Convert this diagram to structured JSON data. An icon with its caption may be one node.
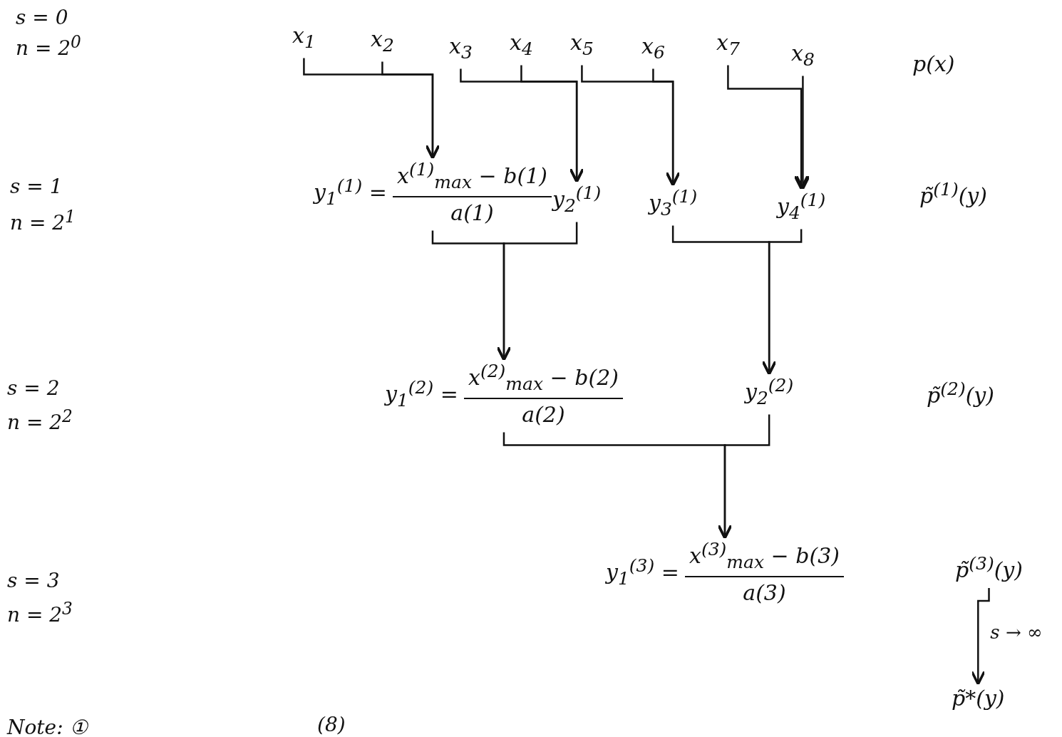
{
  "diagram": {
    "nodes": [
      {
        "text": [
          "x$_{1}$"
        ]
      },
      {
        "text": [
          "x$_{2}$"
        ]
      },
      {
        "text": [
          "x$_{3}$"
        ]
      },
      {
        "text": [
          "x$_{4}$"
        ]
      },
      {
        "text": [
          "x$_{5}$"
        ]
      },
      {
        "text": [
          "x$_{6}$"
        ]
      },
      {
        "text": [
          "x$_{7}$"
        ]
      },
      {
        "text": [
          "x$_{8}$"
        ]
      },
      {
        "text": [
          "y$_{1}$$^{(1)}$ =",
          "x$^{(1)}$$_{max}$ − b(1)",
          "a(1)"
        ]
      },
      {
        "text": [
          "y$_{2}$$^{(1)}$"
        ]
      },
      {
        "text": [
          "y$_{3}$$^{(1)}$"
        ]
      },
      {
        "text": [
          "y$_{4}$$^{(1)}$"
        ]
      },
      {
        "text": [
          "y$_{1}$$^{(2)}$ =",
          "x$^{(2)}$$_{max}$ − b(2)",
          "a(2)"
        ]
      },
      {
        "text": [
          "y$_{2}$$^{(2)}$"
        ]
      },
      {
        "text": [
          "y$_{1}$$^{(3)}$ =",
          "x$^{(3)}$$_{max}$ − b(3)",
          "a(3)"
        ]
      },
      {
        "text": [
          "p(x)"
        ]
      },
      {
        "text": [
          "p̃$^{(1)}$(y)"
        ]
      },
      {
        "text": [
          "p̃$^{(2)}$(y)"
        ]
      },
      {
        "text": [
          "p̃$^{(3)}$(y)"
        ]
      },
      {
        "text": [
          "p̃*(y)"
        ]
      }
    ],
    "edges": [
      {
        "from": 0,
        "to": 8,
        "arrow": "to"
      },
      {
        "from": 1,
        "to": 8,
        "arrow": "to"
      },
      {
        "from": 2,
        "to": 9,
        "arrow": "to"
      },
      {
        "from": 3,
        "to": 9,
        "arrow": "to"
      },
      {
        "from": 4,
        "to": 10,
        "arrow": "to"
      },
      {
        "from": 5,
        "to": 10,
        "arrow": "to"
      },
      {
        "from": 6,
        "to": 11,
        "arrow": "to"
      },
      {
        "from": 7,
        "to": 11,
        "arrow": "to"
      },
      {
        "from": 8,
        "to": 12,
        "arrow": "to"
      },
      {
        "from": 9,
        "to": 12,
        "arrow": "to"
      },
      {
        "from": 10,
        "to": 13,
        "arrow": "to"
      },
      {
        "from": 11,
        "to": 13,
        "arrow": "to"
      },
      {
        "from": 12,
        "to": 14,
        "arrow": "to"
      },
      {
        "from": 13,
        "to": 14,
        "arrow": "to"
      },
      {
        "from": 18,
        "to": 19,
        "arrow": "to",
        "label": "s → ∞"
      }
    ],
    "labels": [
      "s = 0",
      "n = 2$^{0}$",
      "s = 1",
      "n = 2$^{1}$",
      "s = 2",
      "n = 2$^{2}$",
      "s = 3",
      "n = 2$^{3}$",
      "Note: ①",
      "(8)"
    ]
  }
}
